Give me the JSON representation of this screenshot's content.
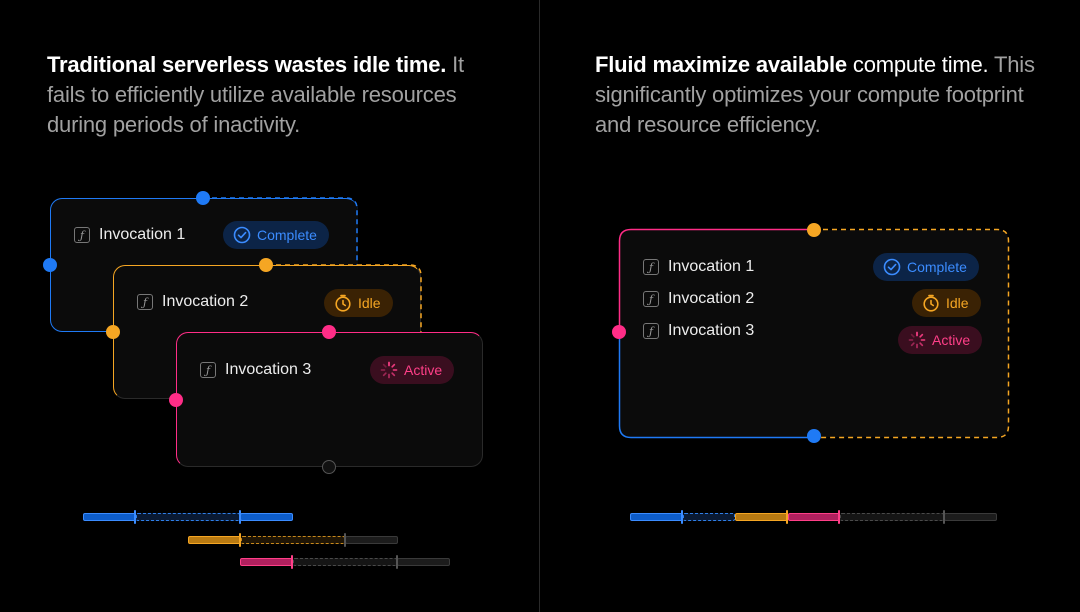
{
  "left": {
    "heading_strong": "Traditional serverless wastes idle time.",
    "heading_sub": "It fails to efficiently utilize available resources during periods of inactivity."
  },
  "right": {
    "heading_strong": "Fluid maximize available",
    "heading_light": " compute time.",
    "heading_sub": "This significantly optimizes your compute footprint and resource efficiency."
  },
  "invocations": [
    {
      "label": "Invocation 1",
      "status": "Complete",
      "icon": "check-circle-icon",
      "color": "#1f7af5"
    },
    {
      "label": "Invocation 2",
      "status": "Idle",
      "icon": "timer-icon",
      "color": "#f5a623"
    },
    {
      "label": "Invocation 3",
      "status": "Active",
      "icon": "spinner-icon",
      "color": "#ff2d87"
    }
  ],
  "colors": {
    "complete": "#1f7af5",
    "idle": "#f5a623",
    "active": "#ff2d87",
    "background": "#000000"
  }
}
